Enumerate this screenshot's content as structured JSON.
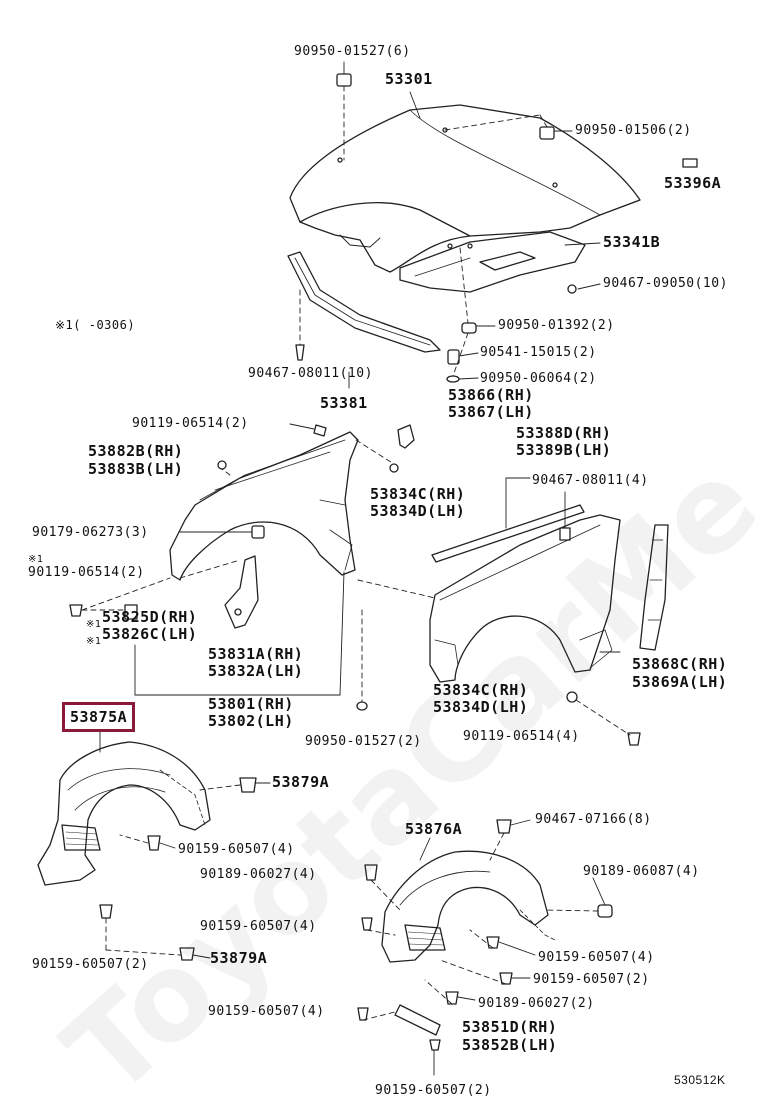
{
  "watermark": "ToyotaCarMe.ru",
  "highlight_color": "#8b1a3a",
  "diagram_code": "530512K",
  "note": "※1(       -0306)",
  "highlighted_part": "53875A",
  "labels": {
    "p90950_01527_6": "90950-01527(6)",
    "p53301": "53301",
    "p90950_01506_2": "90950-01506(2)",
    "p53396A": "53396A",
    "p53341B": "53341B",
    "p90467_09050_10": "90467-09050(10)",
    "p90950_01392_2": "90950-01392(2)",
    "p90541_15015_2": "90541-15015(2)",
    "p90950_06064_2": "90950-06064(2)",
    "p90467_08011_10": "90467-08011(10)",
    "p53381": "53381",
    "p53866": "53866(RH)",
    "p53867": "53867(LH)",
    "p90119_06514_2a": "90119-06514(2)",
    "p53388D": "53388D(RH)",
    "p53389B": "53389B(LH)",
    "p53882B": "53882B(RH)",
    "p53883B": "53883B(LH)",
    "p53834C_a": "53834C(RH)",
    "p53834D_a": "53834D(LH)",
    "p90467_08011_4": "90467-08011(4)",
    "p90179_06273_3": "90179-06273(3)",
    "star1_a": "※1",
    "p90119_06514_2b": "90119-06514(2)",
    "p53825D": "53825D(RH)",
    "p53826C": "53826C(LH)",
    "star1_b": "※1",
    "star1_c": "※1",
    "p53831A": "53831A(RH)",
    "p53832A": "53832A(LH)",
    "p53868C": "53868C(RH)",
    "p53869A": "53869A(LH)",
    "p53834C_b": "53834C(RH)",
    "p53834D_b": "53834D(LH)",
    "p53801": "53801(RH)",
    "p53802": "53802(LH)",
    "p90119_06514_4": "90119-06514(4)",
    "p90950_01527_2": "90950-01527(2)",
    "p53879A_a": "53879A",
    "p90159_60507_4a": "90159-60507(4)",
    "p53876A": "53876A",
    "p90467_07166_8": "90467-07166(8)",
    "p90189_06027_4": "90189-06027(4)",
    "p90189_06087_4": "90189-06087(4)",
    "p90159_60507_4b": "90159-60507(4)",
    "p90159_60507_4c": "90159-60507(4)",
    "p90159_60507_2a": "90159-60507(2)",
    "p53879A_b": "53879A",
    "p90159_60507_2b": "90159-60507(2)",
    "p90189_06027_2": "90189-06027(2)",
    "p90159_60507_4d": "90159-60507(4)",
    "p53851D": "53851D(RH)",
    "p53852B": "53852B(LH)",
    "p90159_60507_2c": "90159-60507(2)"
  }
}
